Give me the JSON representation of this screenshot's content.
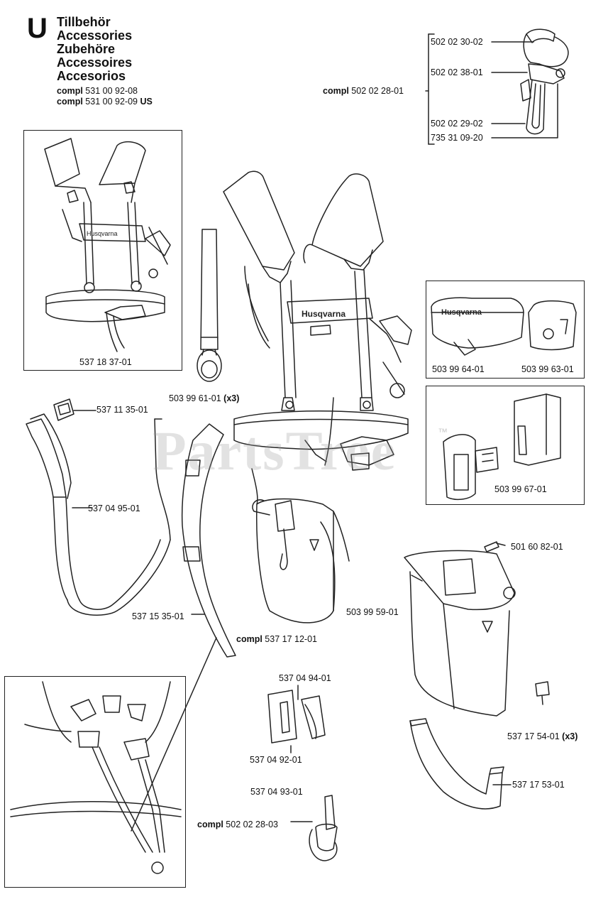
{
  "header": {
    "section_letter": "U",
    "titles": [
      "Tillbehör",
      "Accessories",
      "Zubehöre",
      "Accessoires",
      "Accesorios"
    ],
    "compl_lines": [
      {
        "prefix": "compl",
        "number": "531 00 92-08",
        "suffix": ""
      },
      {
        "prefix": "compl",
        "number": "531 00 92-09",
        "suffix": "US"
      }
    ]
  },
  "watermark": {
    "text": "PartsTree",
    "tm": "™"
  },
  "labels": {
    "p_502_02_30_02": "502 02 30-02",
    "p_502_02_38_01": "502 02 38-01",
    "p_502_02_29_02": "502 02 29-02",
    "p_735_31_09_20": "735 31 09-20",
    "compl_502_02_28_01_prefix": "compl",
    "compl_502_02_28_01": "502 02 28-01",
    "p_537_18_37_01": "537 18 37-01",
    "p_503_99_61_01": "503 99 61-01",
    "p_503_99_61_01_qty": "(x3)",
    "p_503_99_64_01": "503 99 64-01",
    "p_503_99_63_01": "503 99 63-01",
    "p_537_11_35_01": "537 11 35-01",
    "p_503_99_67_01": "503 99 67-01",
    "p_537_04_95_01": "537 04 95-01",
    "p_501_60_82_01": "501 60 82-01",
    "p_537_15_35_01": "537 15 35-01",
    "p_503_99_59_01": "503 99 59-01",
    "compl_537_17_12_01_prefix": "compl",
    "compl_537_17_12_01": "537 17 12-01",
    "p_537_04_94_01": "537 04 94-01",
    "p_537_17_54_01": "537 17 54-01",
    "p_537_17_54_01_qty": "(x3)",
    "p_537_04_92_01": "537 04 92-01",
    "p_537_17_53_01": "537 17 53-01",
    "p_537_04_93_01": "537 04 93-01",
    "compl_502_02_28_03_prefix": "compl",
    "compl_502_02_28_03": "502 02 28-03"
  },
  "brand_text": "Husqvarna"
}
